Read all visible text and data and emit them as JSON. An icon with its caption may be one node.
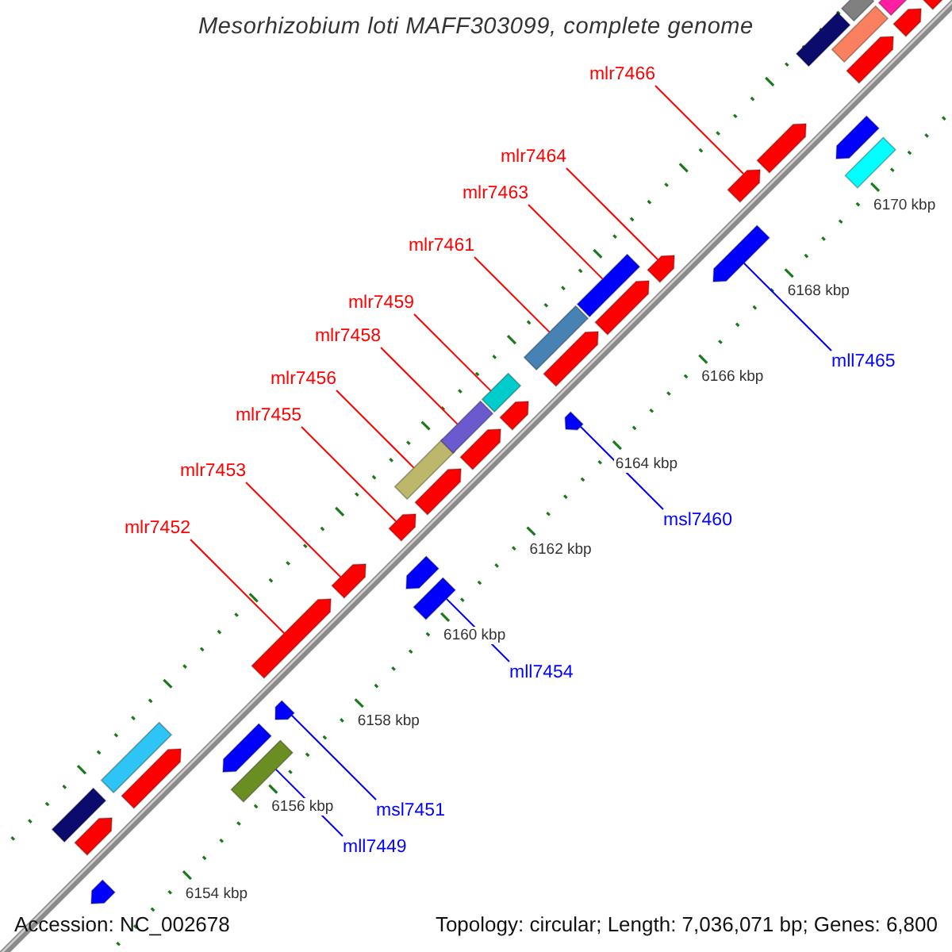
{
  "diagram": {
    "title": "Mesorhizobium loti MAFF303099, complete genome",
    "nodes": [
      {
        "text": [
          "mlr7466"
        ]
      },
      {
        "text": [
          "mlr7464"
        ]
      },
      {
        "text": [
          "mlr7463"
        ]
      },
      {
        "text": [
          "mlr7461"
        ]
      },
      {
        "text": [
          "mlr7459"
        ]
      },
      {
        "text": [
          "mlr7458"
        ]
      },
      {
        "text": [
          "mlr7456"
        ]
      },
      {
        "text": [
          "mlr7455"
        ]
      },
      {
        "text": [
          "mlr7453"
        ]
      },
      {
        "text": [
          "mlr7452"
        ]
      },
      {
        "text": [
          "mll7465"
        ]
      },
      {
        "text": [
          "msl7460"
        ]
      },
      {
        "text": [
          "mll7454"
        ]
      },
      {
        "text": [
          "msl7451"
        ]
      },
      {
        "text": [
          "mll7449"
        ]
      },
      {
        "text": [],
        "shape": "pentagon"
      },
      {
        "text": [],
        "shape": "box"
      },
      {
        "text": [],
        "shape": "pentagon"
      },
      {
        "text": [],
        "shape": "box"
      },
      {
        "text": [],
        "shape": "pentagon"
      },
      {
        "text": [],
        "shape": "box"
      },
      {
        "text": [],
        "shape": "pentagon"
      },
      {
        "text": [],
        "shape": "pentagon"
      },
      {
        "text": [],
        "shape": "pentagon"
      },
      {
        "text": [],
        "shape": "pentagon"
      },
      {
        "text": [],
        "shape": "box"
      },
      {
        "text": [],
        "shape": "pentagon"
      },
      {
        "text": [],
        "shape": "pentagon"
      },
      {
        "text": [],
        "shape": "box"
      },
      {
        "text": [],
        "shape": "pentagon"
      },
      {
        "text": [],
        "shape": "box"
      },
      {
        "text": [],
        "shape": "pentagon"
      },
      {
        "text": [],
        "shape": "box"
      },
      {
        "text": [],
        "shape": "pentagon"
      },
      {
        "text": [],
        "shape": "pentagon"
      },
      {
        "text": [],
        "shape": "box"
      },
      {
        "text": [],
        "shape": "pentagon"
      },
      {
        "text": [],
        "shape": "box"
      },
      {
        "text": [],
        "shape": "pentagon"
      },
      {
        "text": [],
        "shape": "pentagon"
      },
      {
        "text": [],
        "shape": "pentagon"
      },
      {
        "text": [],
        "shape": "pentagon"
      },
      {
        "text": [],
        "shape": "pentagon"
      },
      {
        "text": [],
        "shape": "box"
      },
      {
        "text": [],
        "shape": "pentagon"
      },
      {
        "text": [],
        "shape": "pentagon"
      },
      {
        "text": [],
        "shape": "box"
      },
      {
        "text": [],
        "shape": "box"
      },
      {
        "text": [],
        "shape": "box"
      },
      {
        "text": [],
        "shape": "pentagon"
      },
      {
        "text": [],
        "shape": "box"
      },
      {
        "text": [],
        "shape": "pentagon"
      }
    ],
    "edges": [
      {
        "from": 0,
        "to": 41,
        "arrow": "none"
      },
      {
        "from": 1,
        "to": 39,
        "arrow": "none"
      },
      {
        "from": 2,
        "to": 37,
        "arrow": "none"
      },
      {
        "from": 3,
        "to": 35,
        "arrow": "none"
      },
      {
        "from": 4,
        "to": 32,
        "arrow": "none"
      },
      {
        "from": 5,
        "to": 30,
        "arrow": "none"
      },
      {
        "from": 6,
        "to": 28,
        "arrow": "none"
      },
      {
        "from": 7,
        "to": 27,
        "arrow": "none"
      },
      {
        "from": 8,
        "to": 24,
        "arrow": "none"
      },
      {
        "from": 9,
        "to": 23,
        "arrow": "none"
      },
      {
        "from": 10,
        "to": 40,
        "arrow": "none",
        "color": "#0000ff"
      },
      {
        "from": 11,
        "to": 34,
        "arrow": "none",
        "color": "#0000ff"
      },
      {
        "from": 12,
        "to": 25,
        "arrow": "none",
        "color": "#0000ff"
      },
      {
        "from": 13,
        "to": 22,
        "arrow": "none",
        "color": "#0000ff"
      },
      {
        "from": 14,
        "to": 20,
        "arrow": "none",
        "color": "#0000ff"
      }
    ],
    "labels": [
      "6170 kbp",
      "6168 kbp",
      "6166 kbp",
      "6164 kbp",
      "6162 kbp",
      "6160 kbp",
      "6158 kbp",
      "6156 kbp",
      "6154 kbp",
      "Accession: NC_002678",
      "Topology: circular; Length: 7,036,071 bp; Genes: 6,800"
    ]
  }
}
